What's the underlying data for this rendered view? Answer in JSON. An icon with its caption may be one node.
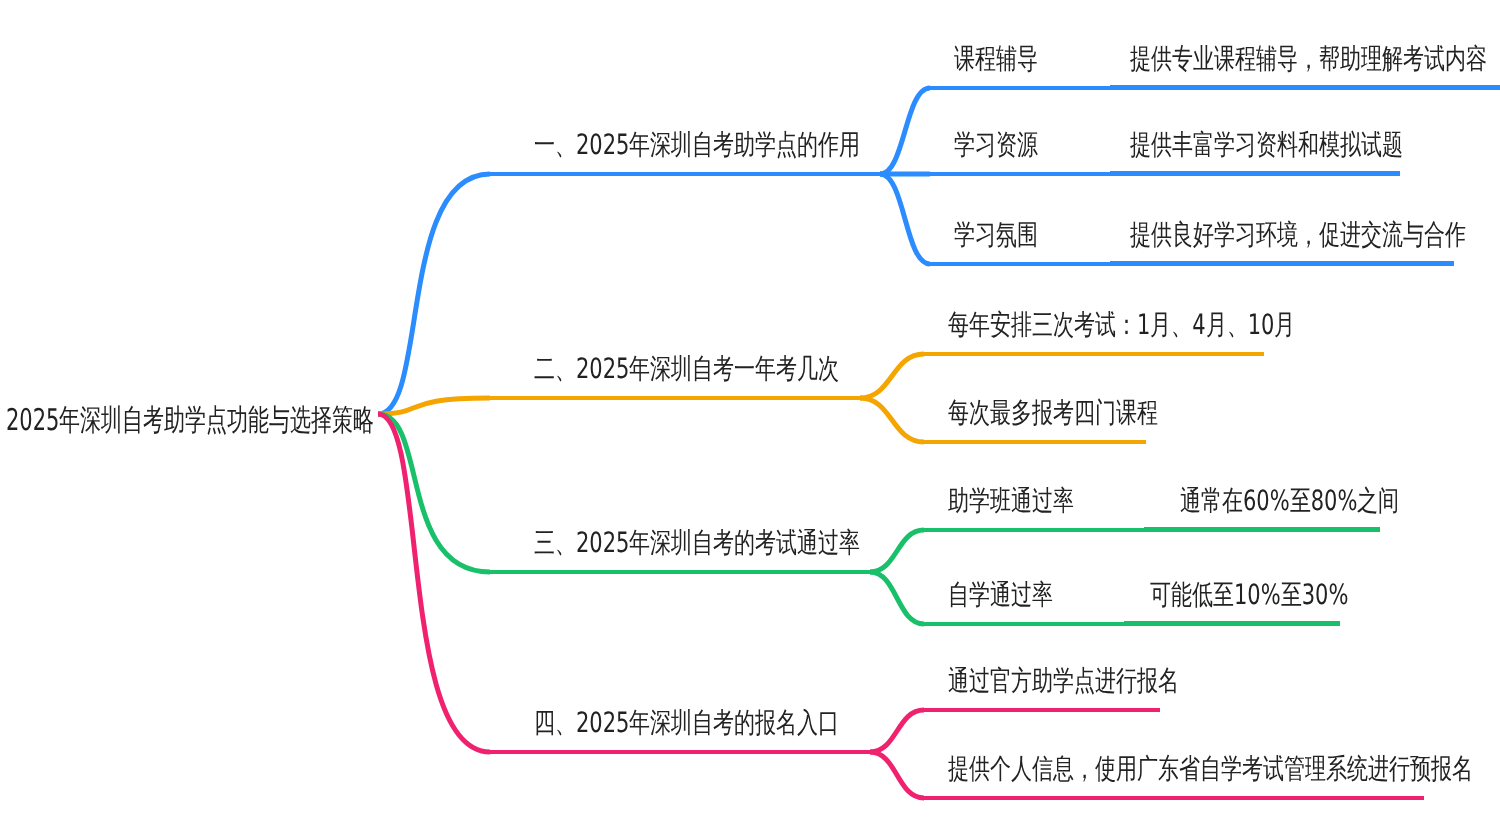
{
  "diagram": {
    "nodes": [
      {
        "text": [
          "2025年深圳自考助学点功能与选择策略"
        ]
      },
      {
        "text": [
          "一、2025年深圳自考助学点的作用"
        ]
      },
      {
        "text": [
          "课程辅导"
        ],
        "beside": [
          "提供专业课程辅导，帮助理解考试内容"
        ]
      },
      {
        "text": [
          "学习资源"
        ],
        "beside": [
          "提供丰富学习资料和模拟试题"
        ]
      },
      {
        "text": [
          "学习氛围"
        ],
        "beside": [
          "提供良好学习环境，促进交流与合作"
        ]
      },
      {
        "text": [
          "二、2025年深圳自考一年考几次"
        ]
      },
      {
        "text": [
          "每年安排三次考试：1月、4月、10月"
        ]
      },
      {
        "text": [
          "每次最多报考四门课程"
        ]
      },
      {
        "text": [
          "三、2025年深圳自考的考试通过率"
        ]
      },
      {
        "text": [
          "助学班通过率"
        ],
        "beside": [
          "通常在60%至80%之间"
        ]
      },
      {
        "text": [
          "自学通过率"
        ],
        "beside": [
          "可能低至10%至30%"
        ]
      },
      {
        "text": [
          "四、2025年深圳自考的报名入口"
        ]
      },
      {
        "text": [
          "通过官方助学点进行报名"
        ]
      },
      {
        "text": [
          "提供个人信息，使用广东省自学考试管理系统进行预报名"
        ]
      }
    ],
    "edges": [
      {
        "from": 0,
        "to": 1,
        "arrow": "none",
        "color": "#2b8cff"
      },
      {
        "from": 1,
        "to": 2,
        "arrow": "none",
        "color": "#2b8cff"
      },
      {
        "from": 1,
        "to": 3,
        "arrow": "none",
        "color": "#2b8cff"
      },
      {
        "from": 1,
        "to": 4,
        "arrow": "none",
        "color": "#2b8cff"
      },
      {
        "from": 0,
        "to": 5,
        "arrow": "none",
        "color": "#f5a500"
      },
      {
        "from": 5,
        "to": 6,
        "arrow": "none",
        "color": "#f5a500"
      },
      {
        "from": 5,
        "to": 7,
        "arrow": "none",
        "color": "#f5a500"
      },
      {
        "from": 0,
        "to": 8,
        "arrow": "none",
        "color": "#19c06a"
      },
      {
        "from": 8,
        "to": 9,
        "arrow": "none",
        "color": "#19c06a"
      },
      {
        "from": 8,
        "to": 10,
        "arrow": "none",
        "color": "#19c06a"
      },
      {
        "from": 0,
        "to": 11,
        "arrow": "none",
        "color": "#f0226f"
      },
      {
        "from": 11,
        "to": 12,
        "arrow": "none",
        "color": "#f0226f"
      },
      {
        "from": 11,
        "to": 13,
        "arrow": "none",
        "color": "#f0226f"
      }
    ]
  }
}
